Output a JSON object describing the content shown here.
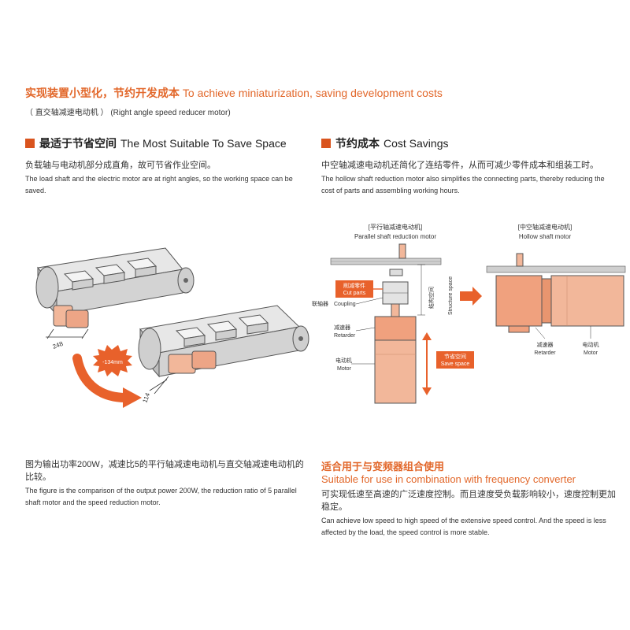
{
  "header": {
    "title_cn": "实现装置小型化，节约开发成本",
    "title_en": "To achieve miniaturization, saving development costs",
    "subtitle_cn": "（ 直交轴减速电动机 ）",
    "subtitle_en": "(Right angle speed reducer motor)"
  },
  "left_section": {
    "title_cn": "最适于节省空间",
    "title_en": "The Most Suitable To Save Space",
    "desc_cn": "负载轴与电动机部分成直角，故可节省作业空间。",
    "desc_en": "The load shaft and the electric motor are at right angles, so the working space can be saved.",
    "dim_248": "248",
    "dim_114": "114",
    "badge": "-134mm"
  },
  "right_section": {
    "title_cn": "节约成本",
    "title_en": "Cost Savings",
    "desc_cn": "中空轴减速电动机还简化了连结零件，从而可减少零件成本和组装工时。",
    "desc_en": "The hollow shaft reduction motor also simplifies the connecting parts, thereby reducing the cost of parts and assembling working hours.",
    "diagram": {
      "parallel_cn": "[平行轴减速电动机]",
      "parallel_en": "Parallel shaft reduction motor",
      "hollow_cn": "[中空轴减速电动机]",
      "hollow_en": "Hollow shaft motor",
      "cut_cn": "削减零件",
      "cut_en": "Cut parts",
      "coupling_cn": "联轴器",
      "coupling_en": "Coupling",
      "retarder_cn": "减速器",
      "retarder_en": "Retarder",
      "motor_cn": "电动机",
      "motor_en": "Motor",
      "structure_cn": "结构空间",
      "structure_en": "Structure space",
      "save_cn": "节省空间",
      "save_en": "Save space",
      "retarder2_cn": "减速器",
      "retarder2_en": "Retarder",
      "motor2_cn": "电动机",
      "motor2_en": "Motor"
    }
  },
  "bottom_left": {
    "desc_cn": "图为输出功率200W，减速比5的平行轴减速电动机与直交轴减速电动机的比较。",
    "desc_en": "The figure is the comparison of the output power 200W, the reduction ratio of 5 parallel shaft motor and the speed reduction motor."
  },
  "bottom_right": {
    "title_cn": "适合用于与变频器组合使用",
    "title_en": "Suitable for use in combination with frequency converter",
    "desc_cn": "可实现低速至高速的广泛速度控制。而且速度受负载影响较小，速度控制更加稳定。",
    "desc_en": "Can achieve low speed to high speed of the extensive speed control. And the speed is less affected by the load, the speed control is more stable."
  },
  "colors": {
    "accent": "#e2672a",
    "square": "#d9541e",
    "motor": "#f2b79a"
  }
}
